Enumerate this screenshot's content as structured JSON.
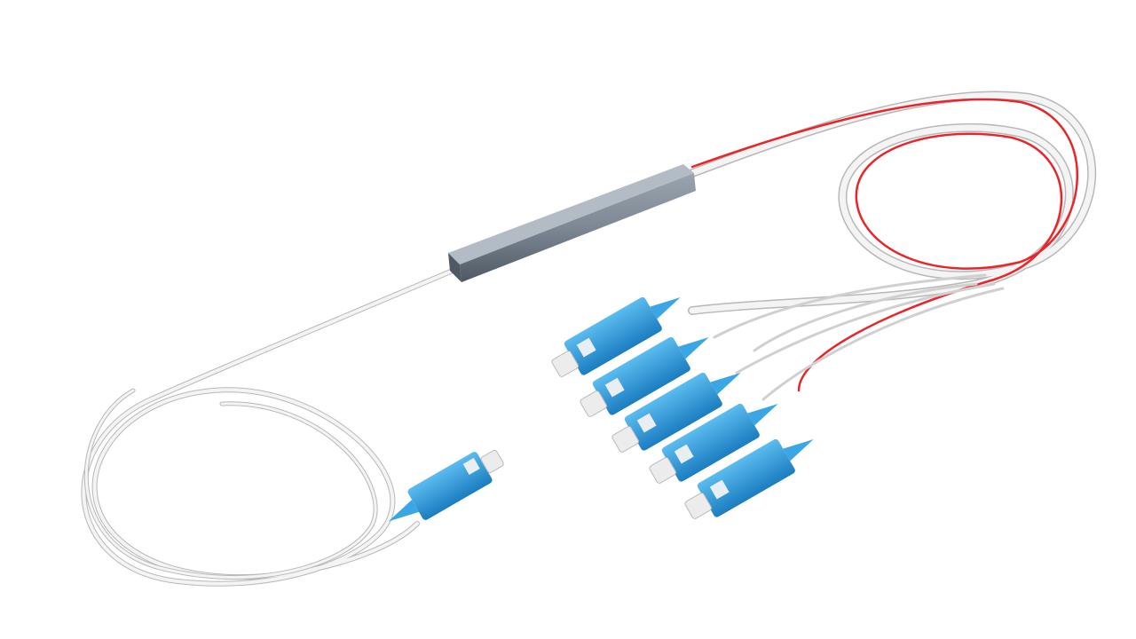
{
  "scene": {
    "subject": "fiber-optic-plc-splitter",
    "colors": {
      "background": "#ffffff",
      "fiber_white": "#f2f2f2",
      "fiber_outline": "#b8b8b8",
      "fiber_red": "#e8262a",
      "tube": "#7d8894",
      "tube_dark": "#5a636d",
      "connector_blue": "#2e9fe0",
      "connector_blue_dark": "#1b7cc0",
      "ferrule": "#ececec"
    },
    "output_connector_count": 5,
    "input_connector_count": 1
  }
}
